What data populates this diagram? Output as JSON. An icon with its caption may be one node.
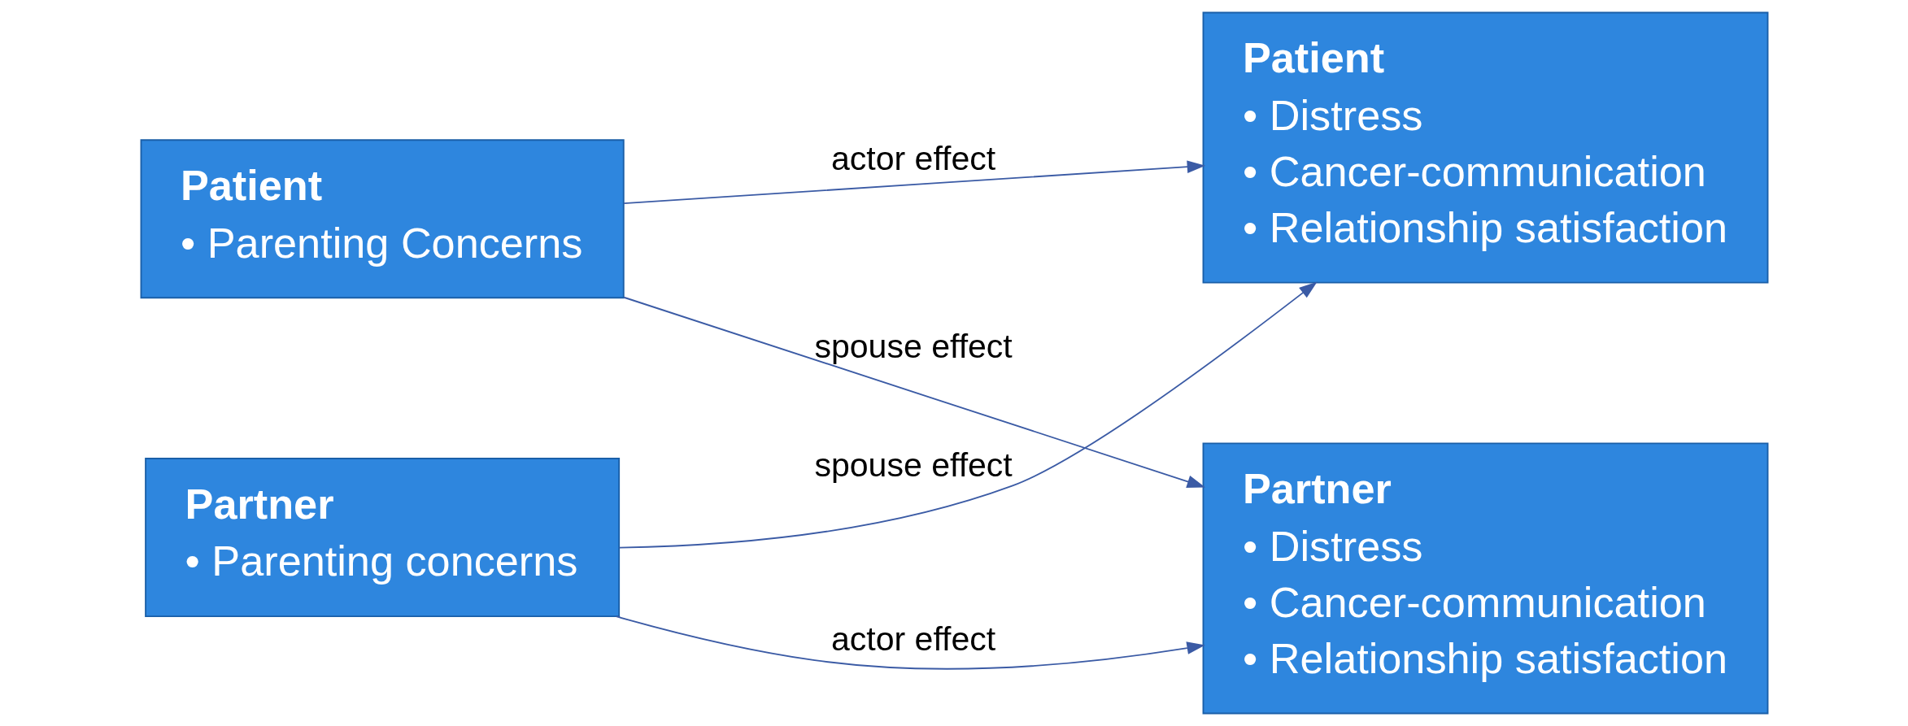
{
  "diagram": {
    "nodes": [
      {
        "text": [
          "Patient",
          "• Parenting Concerns"
        ]
      },
      {
        "text": [
          "Partner",
          "• Parenting concerns"
        ]
      },
      {
        "text": [
          "Patient",
          "• Distress",
          "• Cancer-communication",
          "• Relationship satisfaction"
        ]
      },
      {
        "text": [
          "Partner",
          "• Distress",
          "• Cancer-communication",
          "• Relationship satisfaction"
        ]
      }
    ],
    "edges": [
      {
        "from": 0,
        "to": 2,
        "arrow": "to",
        "label": "actor effect"
      },
      {
        "from": 0,
        "to": 3,
        "arrow": "to",
        "label": "spouse effect"
      },
      {
        "from": 1,
        "to": 2,
        "arrow": "to",
        "label": "spouse effect"
      },
      {
        "from": 1,
        "to": 3,
        "arrow": "to",
        "label": "actor effect"
      }
    ]
  }
}
